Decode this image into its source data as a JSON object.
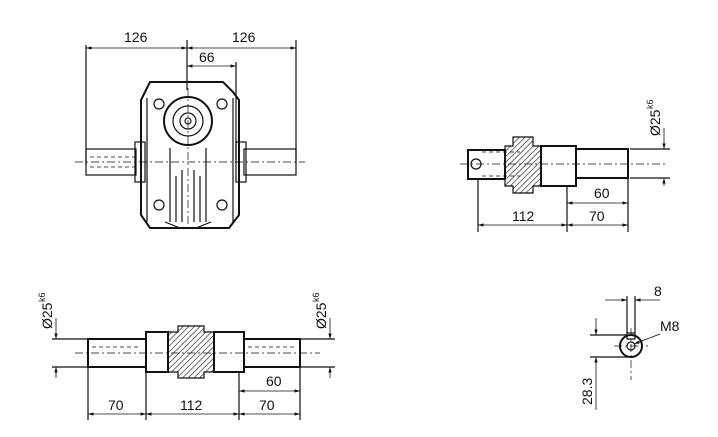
{
  "front_view": {
    "dim_left": "126",
    "dim_right": "126",
    "dim_offset": "66"
  },
  "side_view": {
    "dim_input": "112",
    "dim_output": "70",
    "dim_shaft": "60",
    "dia": "Ø25",
    "dia_tol": "k6"
  },
  "bottom_view": {
    "dim_left": "70",
    "dim_mid": "112",
    "dim_right": "70",
    "dim_shaft": "60",
    "dia_left": "Ø25",
    "dia_left_tol": "k6",
    "dia_right": "Ø25",
    "dia_right_tol": "k6"
  },
  "keyway_detail": {
    "width": "8",
    "thread": "M8",
    "height": "28.3"
  }
}
